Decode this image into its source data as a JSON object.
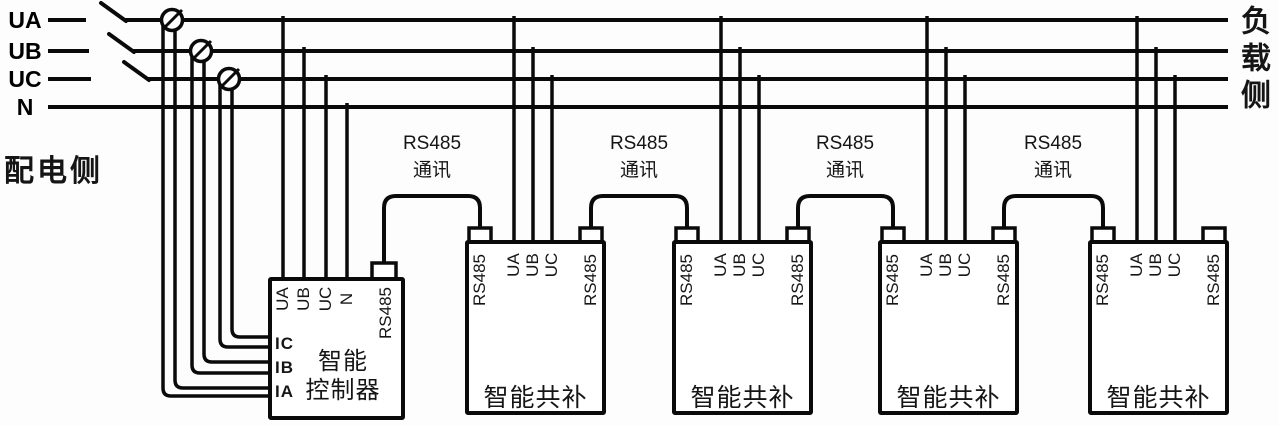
{
  "bus": {
    "phases": [
      "UA",
      "UB",
      "UC",
      "N"
    ],
    "supply_side": "配电侧",
    "load_side": "负载侧"
  },
  "controller": {
    "top_terminals": [
      "UA",
      "UB",
      "UC",
      "N"
    ],
    "rs485": "RS485",
    "current_terminals": [
      "IC",
      "IB",
      "IA"
    ],
    "title": [
      "智能",
      "控制器"
    ]
  },
  "comm_links": [
    {
      "l1": "RS485",
      "l2": "通讯"
    },
    {
      "l1": "RS485",
      "l2": "通讯"
    },
    {
      "l1": "RS485",
      "l2": "通讯"
    },
    {
      "l1": "RS485",
      "l2": "通讯"
    }
  ],
  "compensators": [
    {
      "rs485_left": "RS485",
      "terminals": [
        "UA",
        "UB",
        "UC"
      ],
      "rs485_right": "RS485",
      "title": "智能共补"
    },
    {
      "rs485_left": "RS485",
      "terminals": [
        "UA",
        "UB",
        "UC"
      ],
      "rs485_right": "RS485",
      "title": "智能共补"
    },
    {
      "rs485_left": "RS485",
      "terminals": [
        "UA",
        "UB",
        "UC"
      ],
      "rs485_right": "RS485",
      "title": "智能共补"
    },
    {
      "rs485_left": "RS485",
      "terminals": [
        "UA",
        "UB",
        "UC"
      ],
      "rs485_right": "RS485",
      "title": "智能共补"
    }
  ],
  "colors": {
    "line": "#0a0a0a",
    "background": "#fdfdfd",
    "text": "#151515"
  }
}
